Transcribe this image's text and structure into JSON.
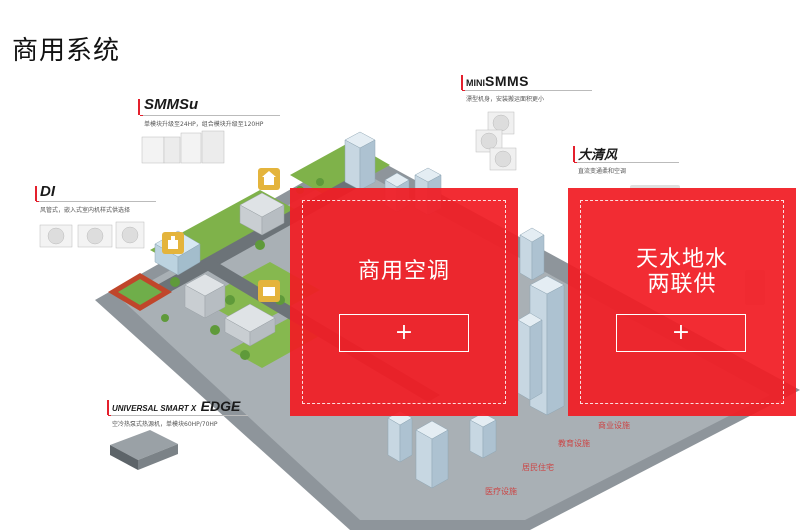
{
  "page": {
    "title": "商用系统"
  },
  "products": {
    "smmsu": {
      "name": "SMMSu",
      "desc": "单模块升级至24HP，组合模块升级至120HP"
    },
    "di": {
      "name": "DI",
      "desc": "风管式，嵌入式室内机样式供选择"
    },
    "mini_smms": {
      "name_prefix": "MINI",
      "name_main": "SMMS",
      "desc": "漂型机身，安装搬运面积更小"
    },
    "daqingfeng": {
      "name": "大清风",
      "desc": "直流变通柔和空调"
    },
    "edge": {
      "name_prefix": "UNIVERSAL SMART X",
      "name_main": "EDGE",
      "desc": "空冷热泵式热源机，单模块60HP/70HP"
    }
  },
  "panels": {
    "commercial_ac": {
      "title": "商用空调",
      "button_label": "+"
    },
    "water_source": {
      "title_line1": "天水地水",
      "title_line2": "两联供",
      "button_label": "+"
    }
  },
  "scene_labels": [
    "商业设施",
    "教育设施",
    "居民住宅",
    "医疗设施"
  ],
  "colors": {
    "accent_red": "#f11c24",
    "brand_red": "#e4202d"
  }
}
